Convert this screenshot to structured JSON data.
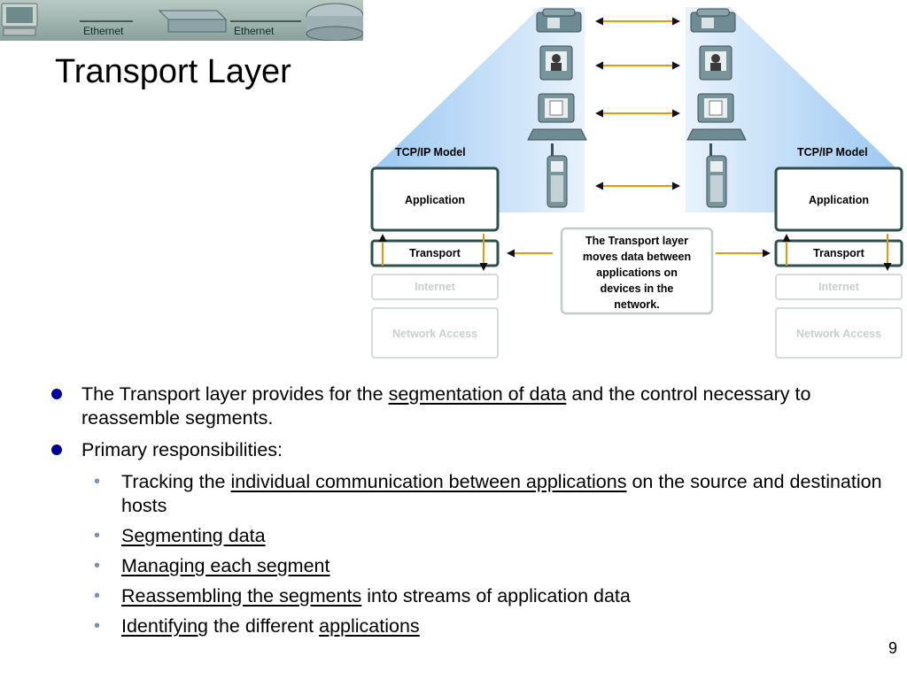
{
  "slide": {
    "title": "Transport Layer",
    "page_number": "9"
  },
  "banner": {
    "label_left": "Ethernet",
    "label_right": "Ethernet"
  },
  "diagram": {
    "model_title_left": "TCP/IP Model",
    "model_title_right": "TCP/IP Model",
    "layers": [
      "Application",
      "Transport",
      "Internet",
      "Network Access"
    ],
    "callout_lines": [
      "The Transport layer",
      "moves data between",
      "applications on",
      "devices in the",
      "network."
    ],
    "device_icons": [
      "ip-phone-icon",
      "video-terminal-icon",
      "computer-icon",
      "cell-phone-icon"
    ]
  },
  "bullets": [
    {
      "segments": [
        {
          "text": "The Transport layer provides for the ",
          "underline": false
        },
        {
          "text": "segmentation of data",
          "underline": true
        },
        {
          "text": " and the control necessary to reassemble segments.",
          "underline": false
        }
      ]
    },
    {
      "segments": [
        {
          "text": "Primary responsibilities:",
          "underline": false
        }
      ],
      "children": [
        {
          "segments": [
            {
              "text": "Tracking the ",
              "underline": false
            },
            {
              "text": "individual communication between applications",
              "underline": true
            },
            {
              "text": " on the source and destination hosts",
              "underline": false
            }
          ]
        },
        {
          "segments": [
            {
              "text": "Segmenting data",
              "underline": true
            }
          ]
        },
        {
          "segments": [
            {
              "text": "Managing each segment",
              "underline": true
            }
          ]
        },
        {
          "segments": [
            {
              "text": "Reassembling the segments",
              "underline": true
            },
            {
              "text": " into streams of application data",
              "underline": false
            }
          ]
        },
        {
          "segments": [
            {
              "text": "Identifying",
              "underline": true
            },
            {
              "text": " the different ",
              "underline": false
            },
            {
              "text": "applications",
              "underline": true
            }
          ]
        }
      ]
    }
  ]
}
